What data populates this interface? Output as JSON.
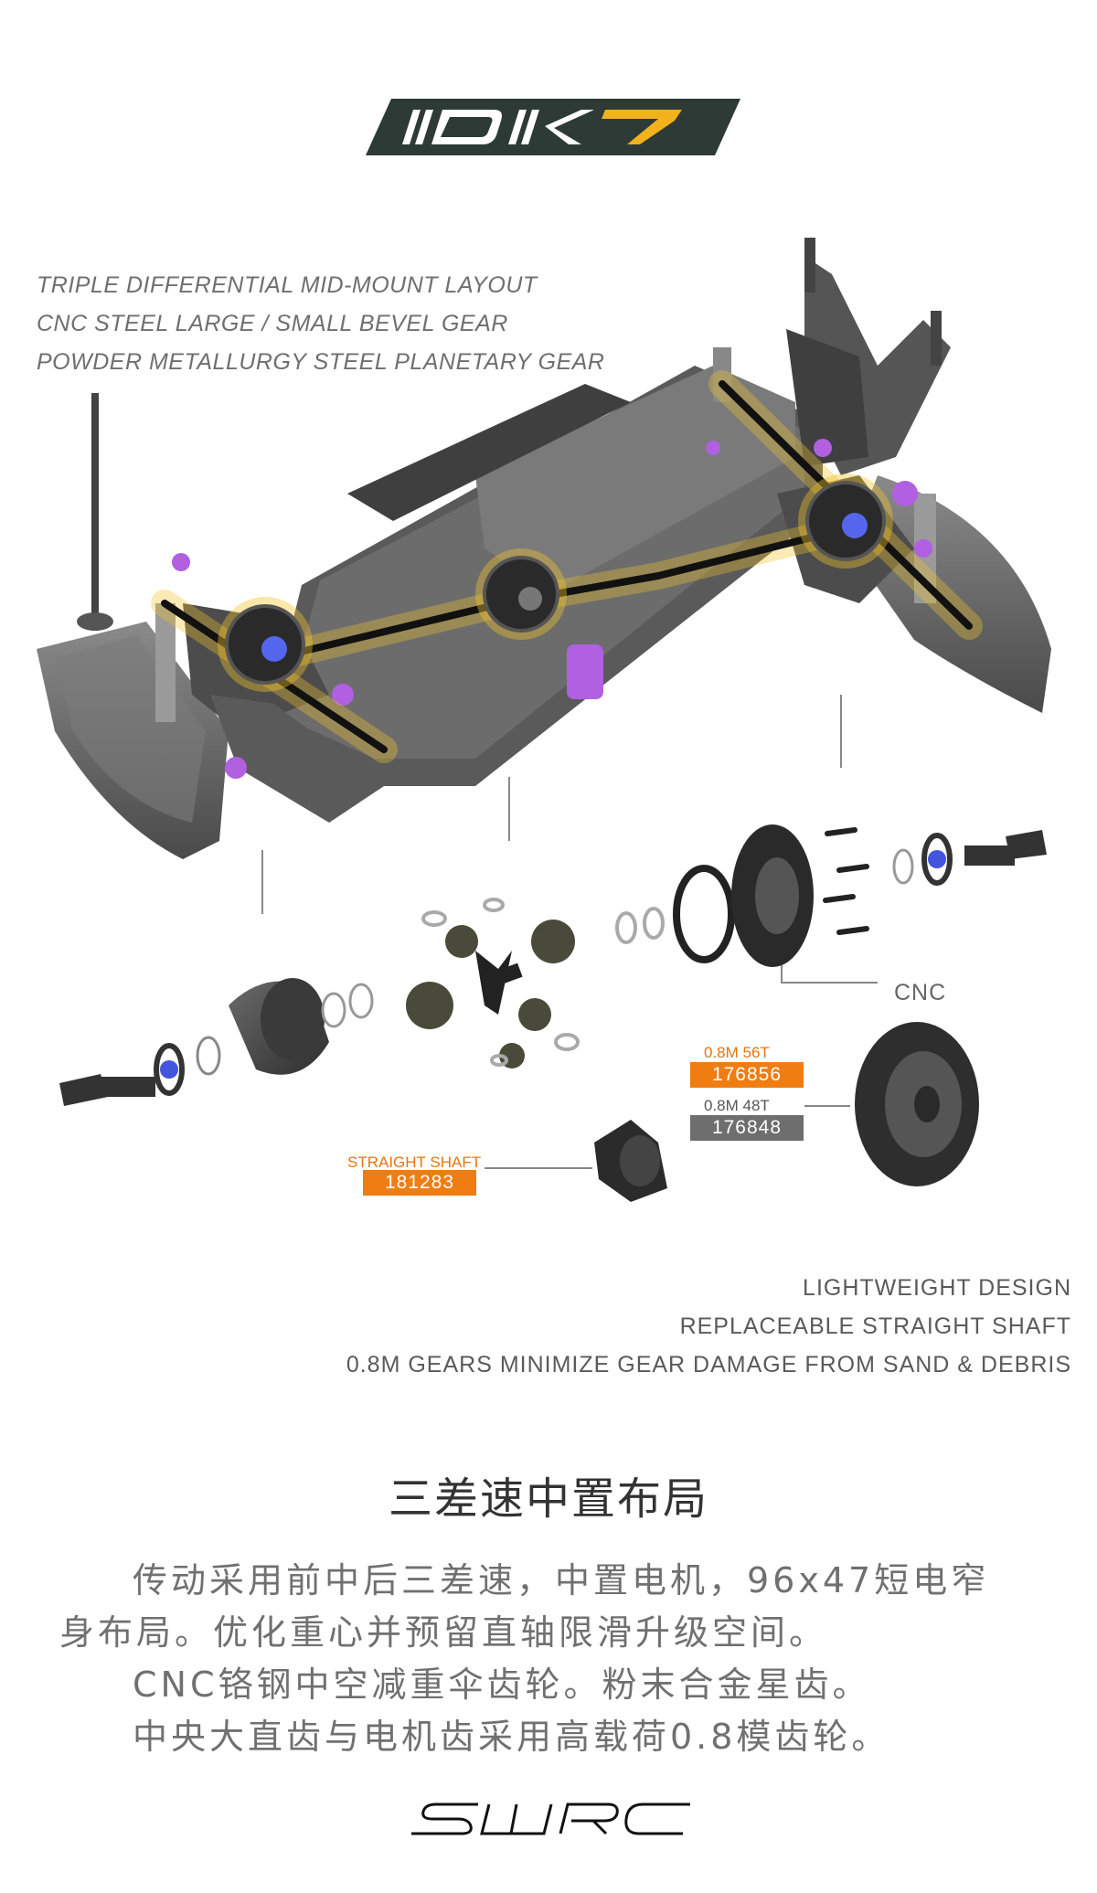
{
  "logo": {
    "text": "DIK7",
    "colors": {
      "dark": "#2d3a36",
      "accent": "#f2b21c"
    }
  },
  "features_top": [
    "TRIPLE DIFFERENTIAL MID-MOUNT LAYOUT",
    "CNC STEEL LARGE / SMALL BEVEL GEAR",
    "POWDER METALLURGY STEEL PLANETARY GEAR"
  ],
  "labels": {
    "cnc": "CNC",
    "gear56": {
      "title": "0.8M  56T",
      "part": "176856"
    },
    "gear48": {
      "title": "0.8M  48T",
      "part": "176848"
    },
    "shaft": {
      "title": "STRAIGHT SHAFT",
      "part": "181283"
    }
  },
  "features_bottom": [
    "LIGHTWEIGHT DESIGN",
    "REPLACEABLE STRAIGHT SHAFT",
    "0.8M GEARS MINIMIZE GEAR DAMAGE FROM SAND & DEBRIS"
  ],
  "cn": {
    "title": "三差速中置布局",
    "lines": [
      "传动采用前中后三差速，中置电机，96x47短电窄",
      "身布局。优化重心并预留直轴限滑升级空间。",
      "CNC铬钢中空减重伞齿轮。粉末合金星齿。",
      "中央大直齿与电机齿采用高载荷0.8模齿轮。"
    ]
  },
  "brand": "SWRC",
  "colors": {
    "orange": "#ef7d12",
    "grey_box": "#6e6e6e",
    "purple": "#b060e0",
    "glow": "#f2c22a"
  }
}
